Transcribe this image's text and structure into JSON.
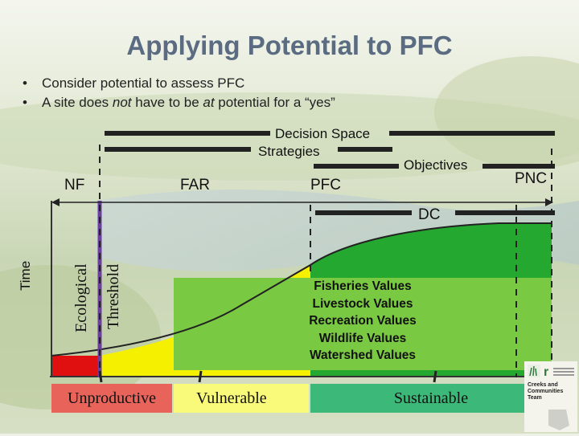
{
  "title": "Applying Potential to PFC",
  "bullets": [
    {
      "parts": [
        {
          "text": "Consider potential to assess PFC",
          "em": false
        }
      ]
    },
    {
      "parts": [
        {
          "text": "A site does ",
          "em": false
        },
        {
          "text": "not",
          "em": true
        },
        {
          "text": " have to be ",
          "em": false
        },
        {
          "text": "at",
          "em": true
        },
        {
          "text": " potential for a “yes”",
          "em": false
        }
      ]
    }
  ],
  "diagram": {
    "bars": {
      "decision_space": "Decision Space",
      "strategies": "Strategies",
      "objectives": "Objectives",
      "dc": "DC"
    },
    "states": {
      "nf": "NF",
      "far": "FAR",
      "pfc": "PFC",
      "pnc": "PNC"
    },
    "axis": {
      "time": "Time",
      "ecological": "Ecological",
      "threshold": "Threshold"
    },
    "values": [
      "Fisheries Values",
      "Livestock Values",
      "Recreation Values",
      "Wildlife Values",
      "Watershed Values"
    ],
    "categories": [
      {
        "label": "Unproductive",
        "color": "#e8635a"
      },
      {
        "label": "Vulnerable",
        "color": "#fafa7a"
      },
      {
        "label": "Sustainable",
        "color": "#3cb878"
      }
    ],
    "colors": {
      "red": "#e01010",
      "yellow": "#f5f000",
      "green": "#24a830",
      "values_box": "#7ac943",
      "threshold_line": "#6b3fa0"
    }
  },
  "logo": {
    "line1": "Creeks and",
    "line2": "Communities",
    "line3": "Team"
  }
}
